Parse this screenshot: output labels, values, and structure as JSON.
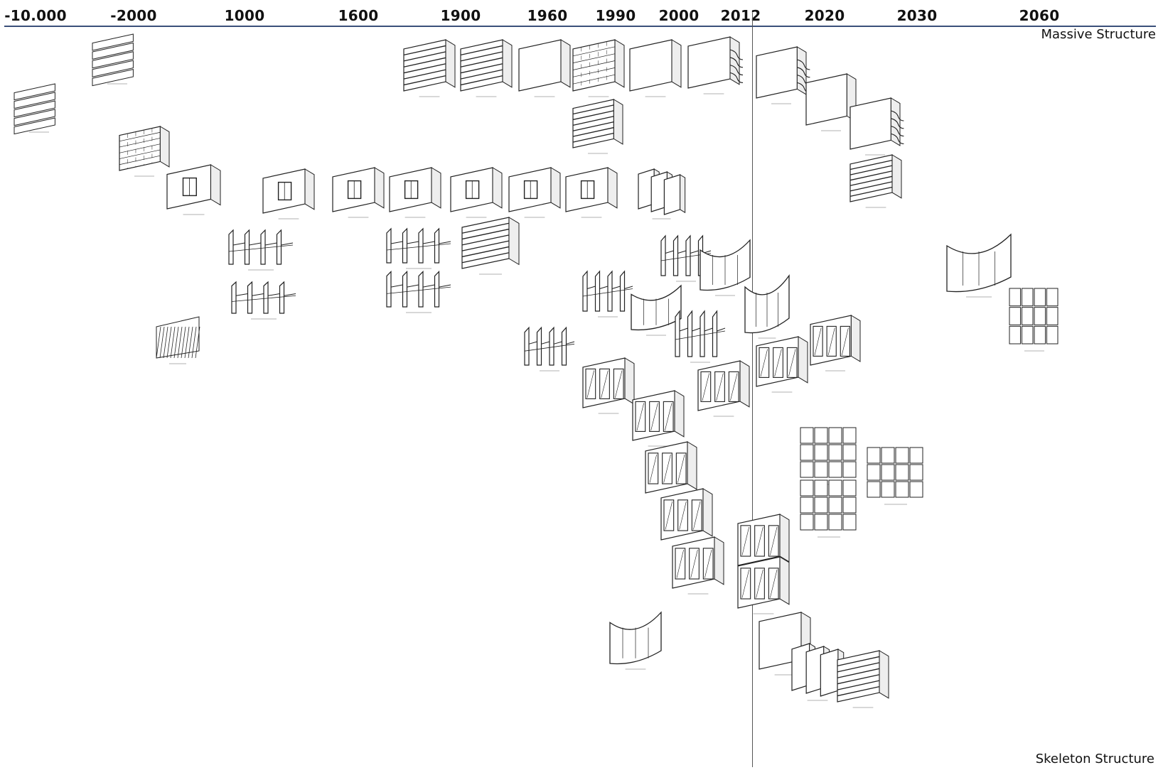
{
  "timeline": {
    "years": [
      "-10.000",
      "-2000",
      "1000",
      "1600",
      "1900",
      "1960",
      "1990",
      "2000",
      "2012",
      "2020",
      "2030",
      "2060"
    ]
  },
  "categories": {
    "top": "Massive Structure",
    "bottom": "Skeleton Structure"
  },
  "colors": {
    "axis": "#3a4f7a",
    "sketch": "#222222"
  },
  "elements": [
    {
      "id": "massive-wood",
      "kind": "logs"
    },
    {
      "id": "massive-clay",
      "kind": "logs"
    },
    {
      "id": "brick",
      "kind": "brick"
    },
    {
      "id": "ventilation-opening",
      "kind": "wall-window"
    },
    {
      "id": "single-glass",
      "kind": "wall-window"
    },
    {
      "id": "vertical-window",
      "kind": "wall-window"
    },
    {
      "id": "horizontal-window",
      "kind": "wall-window"
    },
    {
      "id": "sliding-window",
      "kind": "wall-window"
    },
    {
      "id": "boxed-window",
      "kind": "wall-window"
    },
    {
      "id": "insulating-glass",
      "kind": "wall-window"
    },
    {
      "id": "double-wall",
      "kind": "panels"
    },
    {
      "id": "cavity-wall",
      "kind": "lined-panel"
    },
    {
      "id": "insulated-stone-wall",
      "kind": "lined-panel"
    },
    {
      "id": "massive-wall-insulated",
      "kind": "panel"
    },
    {
      "id": "masonry-block-insulated",
      "kind": "brick"
    },
    {
      "id": "insulated-wall",
      "kind": "panel"
    },
    {
      "id": "active-insulation",
      "kind": "panel-pipes"
    },
    {
      "id": "plastic-panel",
      "kind": "lined-panel"
    },
    {
      "id": "thermal-mass-concrete",
      "kind": "panel-pipes"
    },
    {
      "id": "massive-wall-pcm",
      "kind": "panel"
    },
    {
      "id": "massive-wall-service-ducts",
      "kind": "panel-pipes"
    },
    {
      "id": "cavity-wall-services",
      "kind": "lined-panel"
    },
    {
      "id": "wooden-skeleton-building",
      "kind": "frames"
    },
    {
      "id": "wooden-half-timbering",
      "kind": "frames"
    },
    {
      "id": "wattle-daub",
      "kind": "hatch"
    },
    {
      "id": "medieval-frame",
      "kind": "frames"
    },
    {
      "id": "skeleton-frame",
      "kind": "frames"
    },
    {
      "id": "cavity-timber-wall",
      "kind": "lined-panel"
    },
    {
      "id": "steel-frame",
      "kind": "frames"
    },
    {
      "id": "steel-concrete-system",
      "kind": "frames"
    },
    {
      "id": "free-form-skeleton",
      "kind": "curve"
    },
    {
      "id": "cable-system",
      "kind": "frames"
    },
    {
      "id": "shell-form",
      "kind": "curve"
    },
    {
      "id": "clip-system",
      "kind": "frames"
    },
    {
      "id": "freeform-facade-2012",
      "kind": "curve"
    },
    {
      "id": "printed-facade",
      "kind": "curve"
    },
    {
      "id": "bionic-facade",
      "kind": "modules"
    },
    {
      "id": "element-facade",
      "kind": "facade"
    },
    {
      "id": "second-skin-facade",
      "kind": "facade"
    },
    {
      "id": "media-facade",
      "kind": "facade"
    },
    {
      "id": "digital-facade",
      "kind": "facade"
    },
    {
      "id": "interactive-digital-facade",
      "kind": "facade"
    },
    {
      "id": "boxed-facade",
      "kind": "facade"
    },
    {
      "id": "corridor-facade",
      "kind": "facade"
    },
    {
      "id": "multi-storey-facade",
      "kind": "facade"
    },
    {
      "id": "shaft-box-facade",
      "kind": "facade"
    },
    {
      "id": "decentralised-facade",
      "kind": "facade"
    },
    {
      "id": "energy-generating-facade",
      "kind": "modules"
    },
    {
      "id": "adaptive-facade",
      "kind": "modules"
    },
    {
      "id": "hybrid-facade",
      "kind": "modules"
    },
    {
      "id": "glass-facade",
      "kind": "curve"
    },
    {
      "id": "multifunctional-facade",
      "kind": "panel"
    },
    {
      "id": "module-facade",
      "kind": "panels"
    },
    {
      "id": "modular-insulation",
      "kind": "lined-panel"
    }
  ]
}
